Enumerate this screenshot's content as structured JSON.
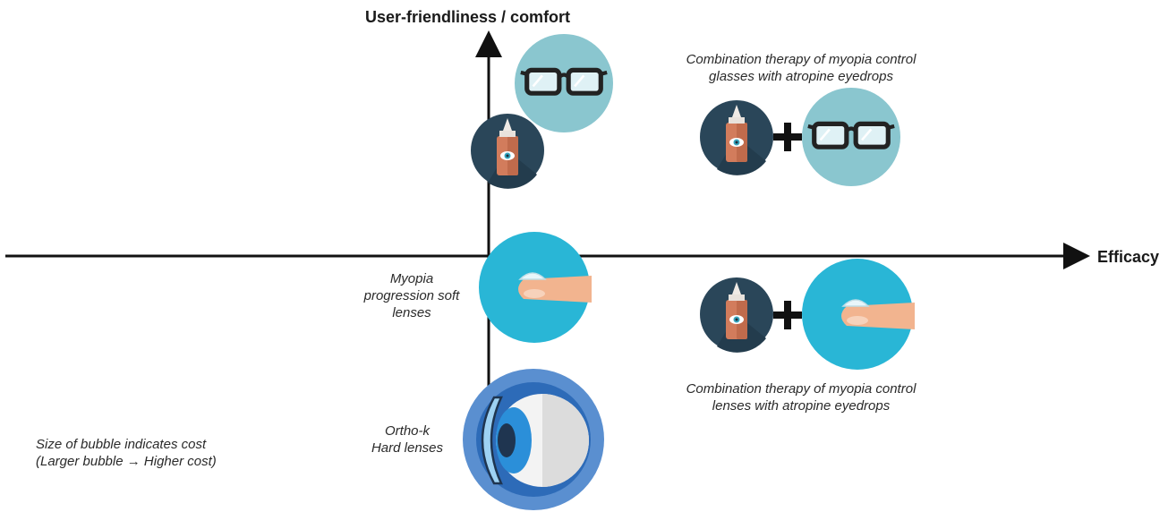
{
  "axes": {
    "y_label": "User-friendliness / comfort",
    "x_label": "Efficacy"
  },
  "labels": {
    "combo_glasses_line1": "Combination therapy of myopia control",
    "combo_glasses_line2": "glasses with atropine eyedrops",
    "combo_lenses_line1": "Combination therapy of myopia control",
    "combo_lenses_line2": "lenses with atropine eyedrops",
    "soft_lenses_line1": "Myopia",
    "soft_lenses_line2": "progression soft",
    "soft_lenses_line3": "lenses",
    "orthok_line1": "Ortho-k",
    "orthok_line2": "Hard lenses",
    "legend_line1": "Size of bubble indicates cost",
    "legend_line2": "(Larger bubble → Higher cost)"
  },
  "icons": {
    "glasses": "glasses-icon",
    "eyedrops": "eyedrop-bottle-icon",
    "contact_lens": "contact-lens-on-finger-icon",
    "orthok": "eyeball-with-hard-lens-icon",
    "plus": "plus-icon"
  },
  "colors": {
    "glasses_bubble": "#8ac6cf",
    "eyedrop_bubble": "#2a4659",
    "lens_bubble": "#29b6d6",
    "orthok_bubble_outer": "#5a8fd0",
    "bottle": "#d27c5c",
    "axis": "#111111"
  }
}
